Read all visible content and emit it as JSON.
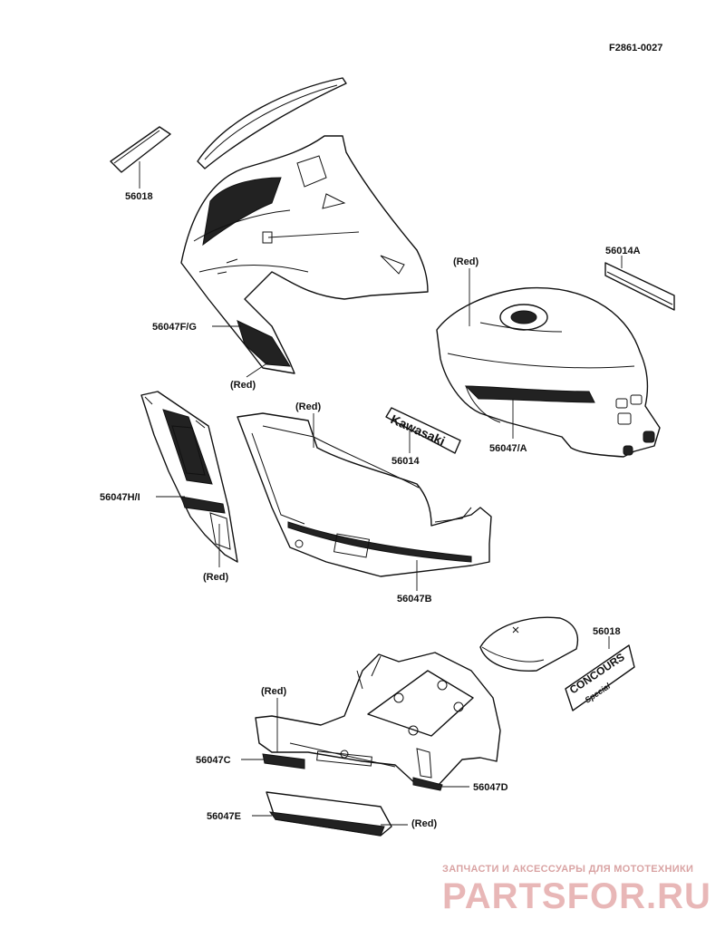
{
  "diagram_code": "F2861-0027",
  "labels": {
    "p56018_top": "56018",
    "p56047fg": "56047F/G",
    "red_windshield": "(Red)",
    "red_tank": "(Red)",
    "p56014a": "56014A",
    "p56047a": "56047/A",
    "p56014": "56014",
    "red_sidecover": "(Red)",
    "p56047hi": "56047H/I",
    "red_lowerleft": "(Red)",
    "p56047b": "56047B",
    "p56018_bottom": "56018",
    "red_tail": "(Red)",
    "p56047c": "56047C",
    "p56047d": "56047D",
    "p56047e": "56047E",
    "red_bottom": "(Red)"
  },
  "decals": {
    "kawasaki": "Kawasaki",
    "concours_line1": "CONCOURS",
    "concours_line2": "Special"
  },
  "watermark": {
    "line1": "ЗАПЧАСТИ И АКСЕССУАРЫ ДЛЯ МОТОТЕХНИКИ",
    "line2": "PARTSFOR.RU"
  }
}
